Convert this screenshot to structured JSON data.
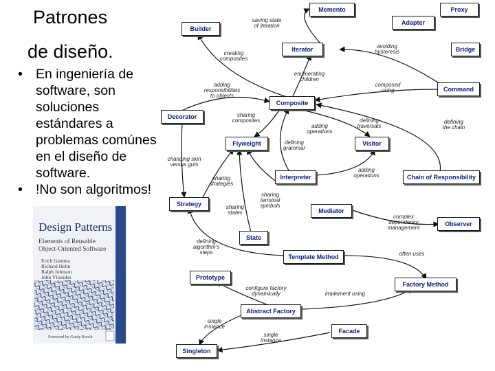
{
  "slide": {
    "title_line1": "Patrones",
    "title_line2": "de diseño.",
    "bullets": [
      "En ingeniería de software, son soluciones estándares a problemas comúnes en el diseño de software.",
      "!No son algoritmos!"
    ],
    "bullet_symbol": "•"
  },
  "book": {
    "title_line1": "Design Patterns",
    "subtitle_line1": "Elements of Reusable",
    "subtitle_line2": "Object-Oriented Software",
    "authors": [
      "Erich Gamma",
      "Richard Helm",
      "Ralph Johnson",
      "John Vlissides"
    ],
    "foreword": "Foreword by Grady Booch",
    "cover_color": "#2a4a8e"
  },
  "diagram": {
    "patterns": {
      "memento": "Memento",
      "proxy": "Proxy",
      "builder": "Builder",
      "adapter": "Adapter",
      "iterator": "Iterator",
      "bridge": "Bridge",
      "command": "Command",
      "composite": "Composite",
      "decorator": "Decorator",
      "flyweight": "Flyweight",
      "visitor": "Visitor",
      "interpreter": "Interpreter",
      "chain": "Chain of Responsibility",
      "strategy": "Strategy",
      "mediator": "Mediator",
      "observer": "Observer",
      "state": "State",
      "template_method": "Template Method",
      "prototype": "Prototype",
      "factory_method": "Factory Method",
      "abstract_factory": "Abstract Factory",
      "facade": "Facade",
      "singleton": "Singleton"
    },
    "relations": {
      "saving_state": "saving state\nof iteration",
      "creating_composites": "creating\ncomposites",
      "avoiding_hysteresis": "avoiding\nhysteresis",
      "enumerating_children": "enumerating\nchildren",
      "adding_responsibilities": "adding\nresponsibilities\nto objects",
      "composed_using": "composed\nusing",
      "sharing_composites": "sharing\ncomposites",
      "adding_operations_1": "adding\noperations",
      "defining_traversals": "defining\ntraversals",
      "defining_chain": "defining\nthe chain",
      "defining_grammar": "defining\ngrammar",
      "changing_skin": "changing skin\nversus guts",
      "adding_operations_2": "adding\noperations",
      "sharing_strategies": "sharing\nstrategies",
      "sharing_terminal": "sharing\nterminal\nsymbols",
      "sharing_states": "sharing\nstates",
      "complex_dependency": "complex\ndependency\nmanagement",
      "defining_steps": "defining\nalgorithm's\nsteps",
      "often_uses": "often uses",
      "configure_factory": "configure factory\ndynamically",
      "implement_using": "implement using",
      "single_instance_1": "single\ninstance",
      "single_instance_2": "single\ninstance"
    }
  }
}
